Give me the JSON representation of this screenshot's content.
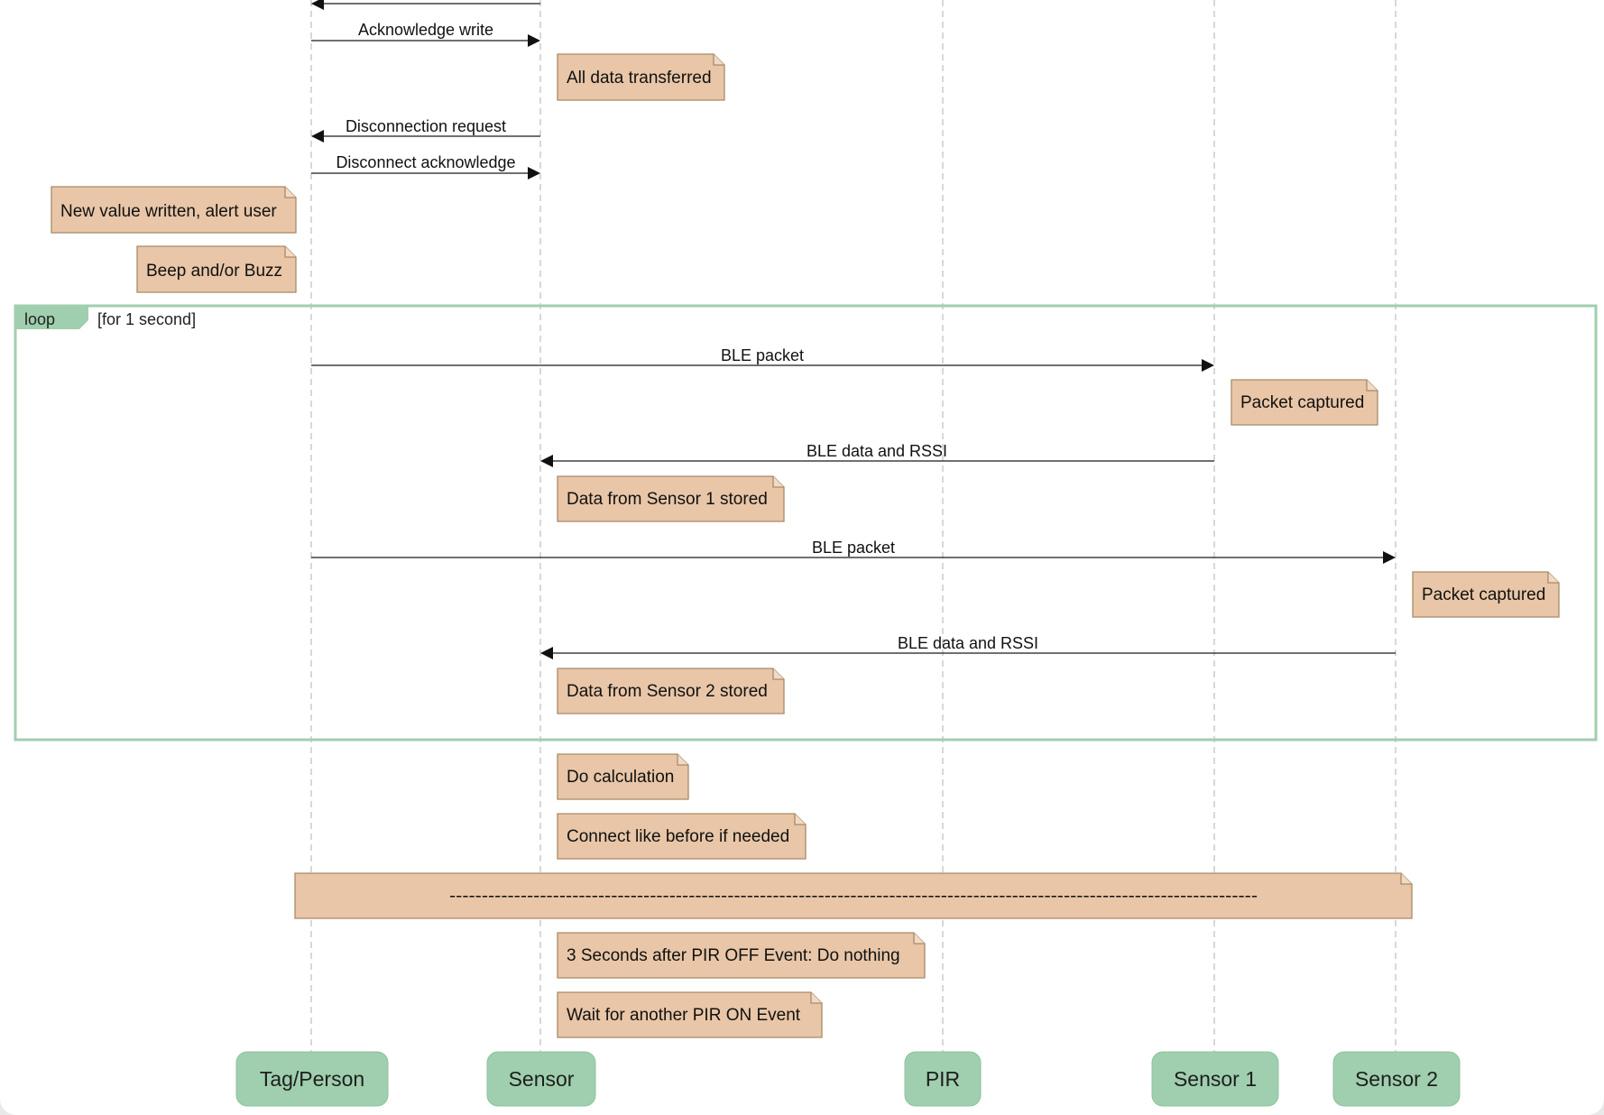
{
  "participants": [
    {
      "id": "tag",
      "name": "Tag/Person"
    },
    {
      "id": "sensor",
      "name": "Sensor"
    },
    {
      "id": "pir",
      "name": "PIR"
    },
    {
      "id": "s1",
      "name": "Sensor 1"
    },
    {
      "id": "s2",
      "name": "Sensor 2"
    }
  ],
  "messages": [
    {
      "from": "sensor",
      "to": "tag",
      "label": ""
    },
    {
      "from": "tag",
      "to": "sensor",
      "label": "Acknowledge write"
    },
    {
      "from": "sensor",
      "to": "tag",
      "label": "Disconnection request"
    },
    {
      "from": "tag",
      "to": "sensor",
      "label": "Disconnect acknowledge"
    },
    {
      "from": "tag",
      "to": "s1",
      "label": "BLE packet"
    },
    {
      "from": "s1",
      "to": "sensor",
      "label": "BLE data and RSSI"
    },
    {
      "from": "tag",
      "to": "s2",
      "label": "BLE packet"
    },
    {
      "from": "s2",
      "to": "sensor",
      "label": "BLE data and RSSI"
    }
  ],
  "notes": [
    {
      "text": "All data transferred"
    },
    {
      "text": "New value written, alert user"
    },
    {
      "text": "Beep and/or Buzz"
    },
    {
      "text": "Packet captured"
    },
    {
      "text": "Data from Sensor 1 stored"
    },
    {
      "text": "Packet captured"
    },
    {
      "text": "Data from Sensor 2 stored"
    },
    {
      "text": "Do calculation"
    },
    {
      "text": "Connect like before if needed"
    },
    {
      "text": "3 Seconds after PIR OFF Event: Do nothing"
    },
    {
      "text": "Wait for another PIR ON Event"
    }
  ],
  "separator": {
    "text": "-----------------------------------------------------------------------------------------------------------------------------"
  },
  "loop": {
    "keyword": "loop",
    "guard": "[for 1 second]"
  },
  "colors": {
    "participant_fill": "#9fcfae",
    "note_fill": "#e8c6a7",
    "note_border": "#a98a68",
    "loop_frame": "#9fcfae",
    "lifeline": "#bdbdbd"
  }
}
